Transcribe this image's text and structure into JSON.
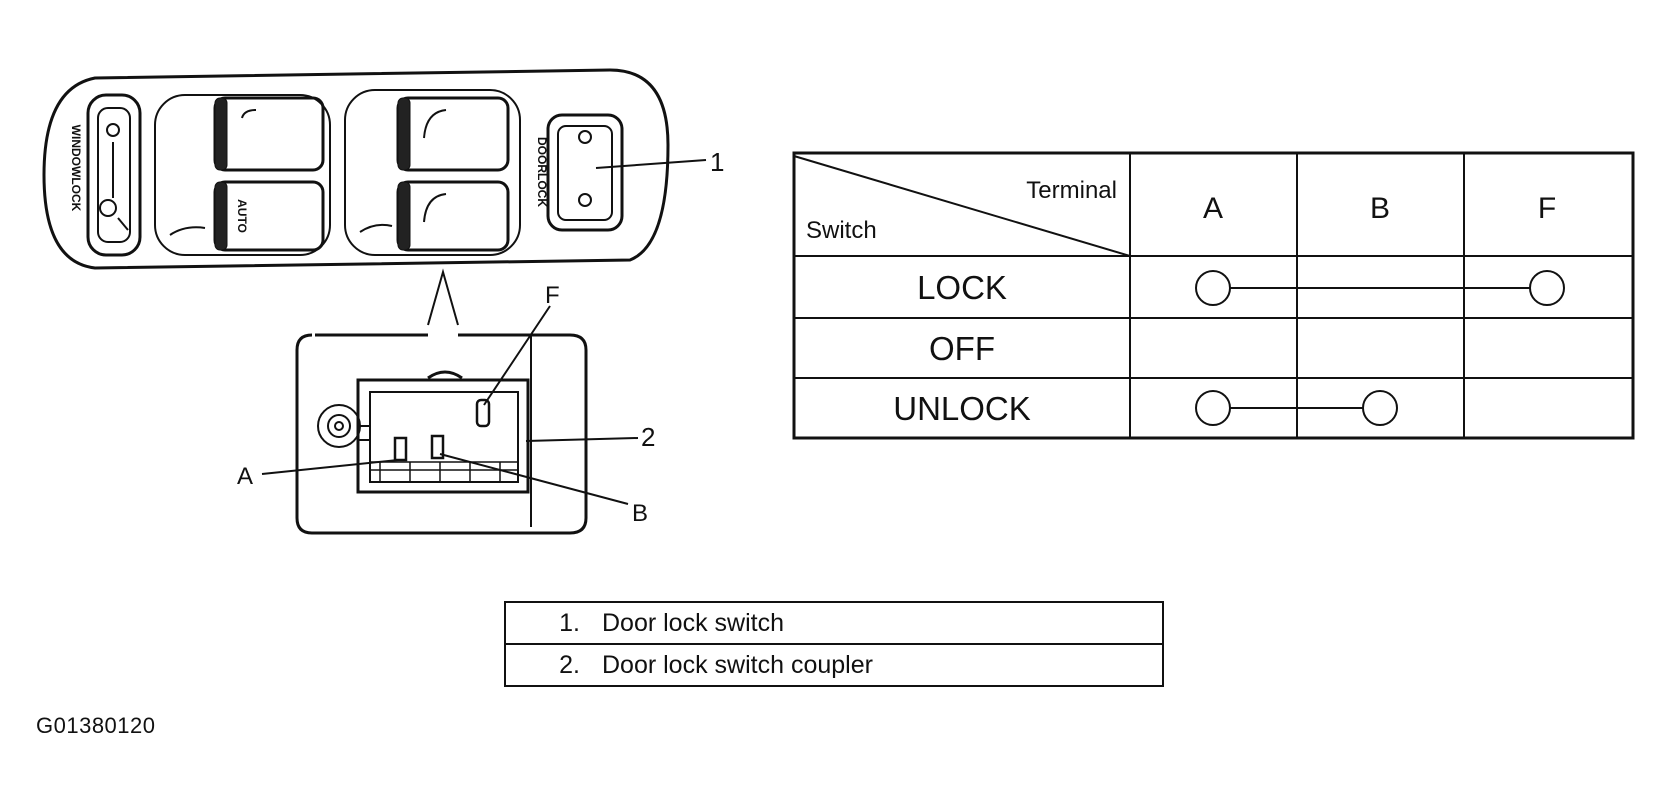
{
  "switch_panel": {
    "window_lock_label": "WINDOWLOCK",
    "door_lock_label": "DOORLOCK",
    "auto_label": "AUTO"
  },
  "coupler": {
    "terminal_f": "F",
    "terminal_a": "A",
    "terminal_b": "B"
  },
  "callouts": {
    "switch_number": "1",
    "coupler_number": "2"
  },
  "continuity_table": {
    "header_terminal": "Terminal",
    "header_switch": "Switch",
    "columns": [
      "A",
      "B",
      "F"
    ],
    "rows": [
      {
        "label": "LOCK",
        "connected": [
          "A",
          "F"
        ]
      },
      {
        "label": "OFF",
        "connected": []
      },
      {
        "label": "UNLOCK",
        "connected": [
          "A",
          "B"
        ]
      }
    ]
  },
  "legend": [
    {
      "num": "1.",
      "text": "Door lock switch"
    },
    {
      "num": "2.",
      "text": "Door lock switch coupler"
    }
  ],
  "figure_id": "G01380120"
}
